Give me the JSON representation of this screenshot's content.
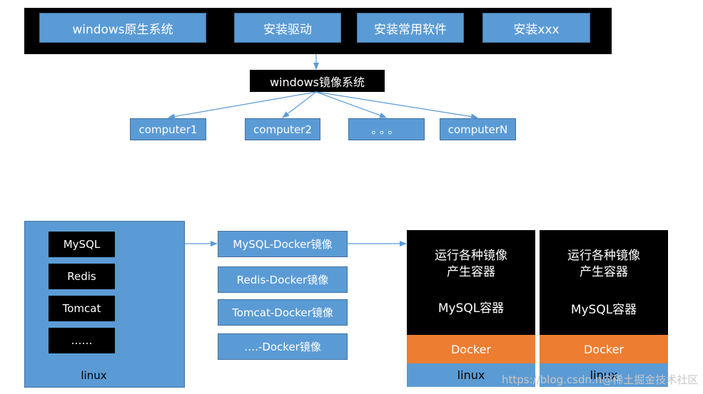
{
  "top_bar": {
    "items": [
      "windows原生系统",
      "安装驱动",
      "安装常用软件",
      "安装xxx"
    ]
  },
  "image_label": "windows镜像系统",
  "computers": [
    "computer1",
    "computer2",
    "。。。",
    "computerN"
  ],
  "linux_box": {
    "apps": [
      "MySQL",
      "Redis",
      "Tomcat",
      "……"
    ],
    "label": "linux"
  },
  "docker_images": [
    "MySQL-Docker镜像",
    "Redis-Docker镜像",
    "Tomcat-Docker镜像",
    "….-Docker镜像"
  ],
  "containers": [
    {
      "line1": "运行各种镜像",
      "line2": "产生容器",
      "name": "MySQL容器",
      "docker": "Docker",
      "os": "linux"
    },
    {
      "line1": "运行各种镜像",
      "line2": "产生容器",
      "name": "MySQL容器",
      "docker": "Docker",
      "os": "linux"
    }
  ],
  "watermark": "https://blog.csdn.n@稀土掘金技术社区",
  "colors": {
    "blue": "#5b9bd5",
    "black": "#000000",
    "orange": "#ed7d31",
    "arrow": "#5b9bd5"
  }
}
